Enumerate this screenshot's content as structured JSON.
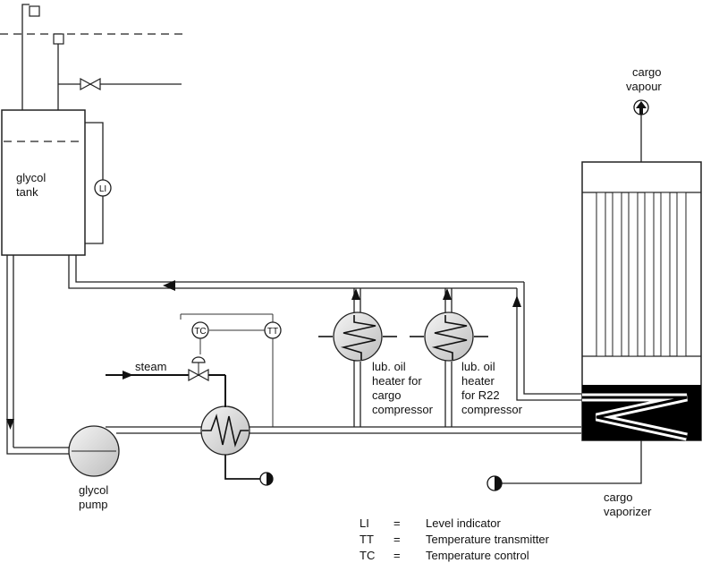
{
  "labels": {
    "glycol_tank": [
      "glycol",
      "tank"
    ],
    "glycol_pump": [
      "glycol",
      "pump"
    ],
    "steam": "steam",
    "cargo_vapour": [
      "cargo",
      "vapour"
    ],
    "cargo_vaporizer": [
      "cargo",
      "vaporizer"
    ],
    "heater_cargo": [
      "lub. oil",
      "heater for",
      "cargo",
      "compressor"
    ],
    "heater_r22": [
      "lub. oil",
      "heater",
      "for R22",
      "compressor"
    ]
  },
  "instruments": {
    "level_indicator": "LI",
    "temperature_control": "TC",
    "temperature_transmitter": "TT"
  },
  "legend": [
    {
      "abbr": "LI",
      "eq": "=",
      "text": "Level indicator"
    },
    {
      "abbr": "TT",
      "eq": "=",
      "text": "Temperature transmitter"
    },
    {
      "abbr": "TC",
      "eq": "=",
      "text": "Temperature control"
    }
  ],
  "colors": {
    "line": "#222222",
    "equipment_fill": "#e6e6e6",
    "vaporizer_coil": "#000000"
  }
}
